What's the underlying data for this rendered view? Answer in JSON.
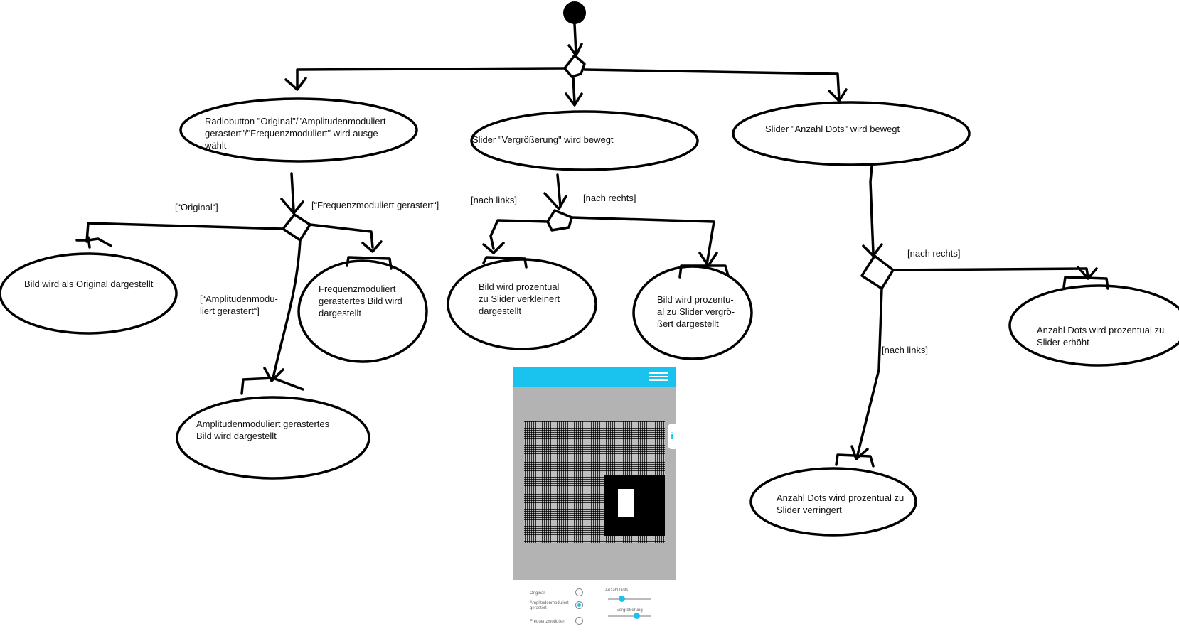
{
  "nodes": {
    "radio_event": "Radiobutton \"Original\"/\"Amplitudenmoduliert gerastert\"/\"Frequenzmoduliert\" wird ausge-\nwählt",
    "zoom_event": "Slider \"Vergrößerung\" wird bewegt",
    "dots_event": "Slider \"Anzahl Dots\" wird bewegt",
    "original_result": "Bild wird als Original dargestellt",
    "freq_result": "Frequenzmoduliert\ngerastertes Bild wird\ndargestellt",
    "ampl_result": "Amplitudenmoduliert gerastertes\nBild wird dargestellt",
    "shrink_result": "Bild wird prozentual\nzu Slider verkleinert\ndargestellt",
    "grow_result": "Bild wird prozentu-\nal zu Slider vergrö-\nßert dargestellt",
    "dots_up_result": "Anzahl Dots wird prozentual zu\nSlider erhöht",
    "dots_down_result": "Anzahl Dots wird prozentual zu\nSlider verringert"
  },
  "guards": {
    "original": "[“Original“]",
    "freq": "[“Frequenzmoduliert gerastert“]",
    "ampl": "[“Amplitudenmodu-\nliert gerastert“]",
    "zoom_left": "[nach links]",
    "zoom_right": "[nach rechts]",
    "dots_right": "[nach rechts]",
    "dots_left": "[nach links]"
  },
  "phone": {
    "info_icon_glyph": "i",
    "options": [
      "Original",
      "Amplitudenmoduliert\ngerastert",
      "Frequenzmoduliert"
    ],
    "selected_option": "Amplitudenmoduliert\ngerastert",
    "slider_dots_label": "Anzahl Dots",
    "slider_zoom_label": "Vergrößerung",
    "slider_dots_level": 0.3,
    "slider_zoom_level": 0.7,
    "accent_color": "#19c3ee"
  }
}
